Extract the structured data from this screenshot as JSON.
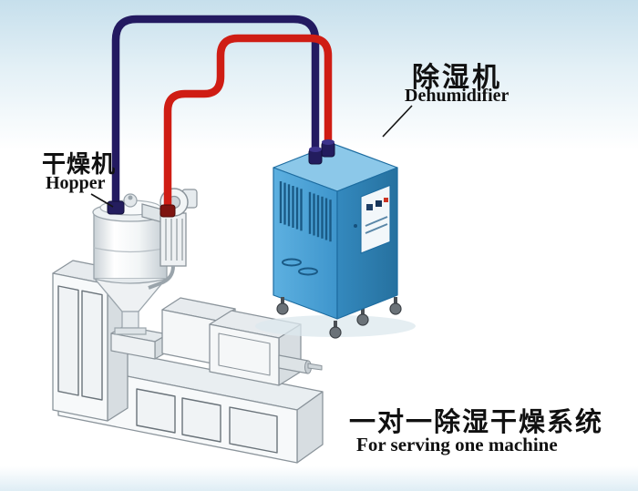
{
  "labels": {
    "dehumidifier": {
      "zh": "除湿机",
      "en": "Dehumidifier"
    },
    "hopper": {
      "zh": "干燥机",
      "en": "Hopper"
    },
    "caption": {
      "zh": "一对一除湿干燥系统",
      "en": "For serving one machine"
    }
  },
  "colors": {
    "sky": "#c6dfec",
    "pipe_red": "#cf1d14",
    "pipe_blue": "#231a61",
    "cabinet_blue": "#4ba3d8",
    "cabinet_blue_dark": "#2f84bb",
    "cabinet_blue_top": "#8cc8e9",
    "machine_gray": "#f4f6f7",
    "text": "#111111"
  },
  "diagram": {
    "type": "one-to-one dehumidifying drying system",
    "components": [
      "dehumidifier-cabinet",
      "hopper-dryer",
      "blower-unit",
      "extruder-machine",
      "red-supply-pipe",
      "blue-return-pipe"
    ]
  }
}
